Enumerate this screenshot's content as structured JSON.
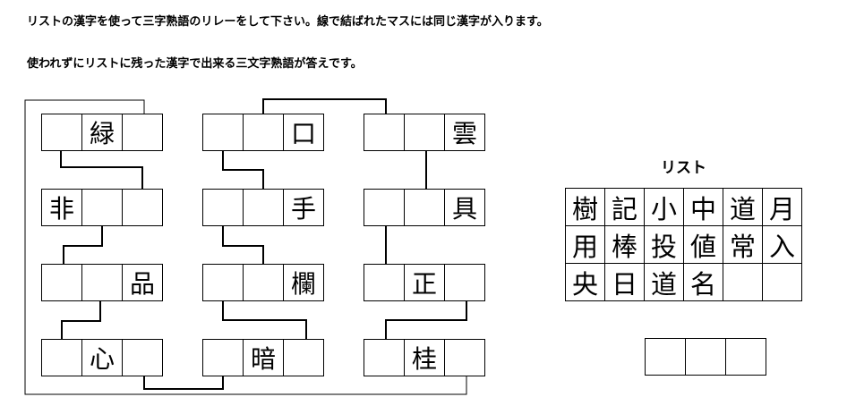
{
  "instructions": [
    "リストの漢字を使って三字熟語のリレーをして下さい。線で結ばれたマスには同じ漢字が入ります。",
    "使われずにリストに残った漢字で出来る三文字熟語が答えです。"
  ],
  "puzzle": {
    "columns": [
      [
        [
          "",
          "緑",
          ""
        ],
        [
          "非",
          "",
          ""
        ],
        [
          "",
          "",
          "品"
        ],
        [
          "",
          "心",
          ""
        ]
      ],
      [
        [
          "",
          "",
          "口"
        ],
        [
          "",
          "",
          "手"
        ],
        [
          "",
          "",
          "欄"
        ],
        [
          "",
          "暗",
          ""
        ]
      ],
      [
        [
          "",
          "",
          "雲"
        ],
        [
          "",
          "",
          "具"
        ],
        [
          "",
          "正",
          ""
        ],
        [
          "",
          "桂",
          ""
        ]
      ]
    ]
  },
  "list": {
    "title": "リスト",
    "kanji": [
      "樹",
      "記",
      "小",
      "中",
      "道",
      "月",
      "用",
      "棒",
      "投",
      "値",
      "常",
      "入",
      "央",
      "日",
      "道",
      "名",
      "",
      ""
    ]
  },
  "answer": [
    "",
    "",
    ""
  ]
}
